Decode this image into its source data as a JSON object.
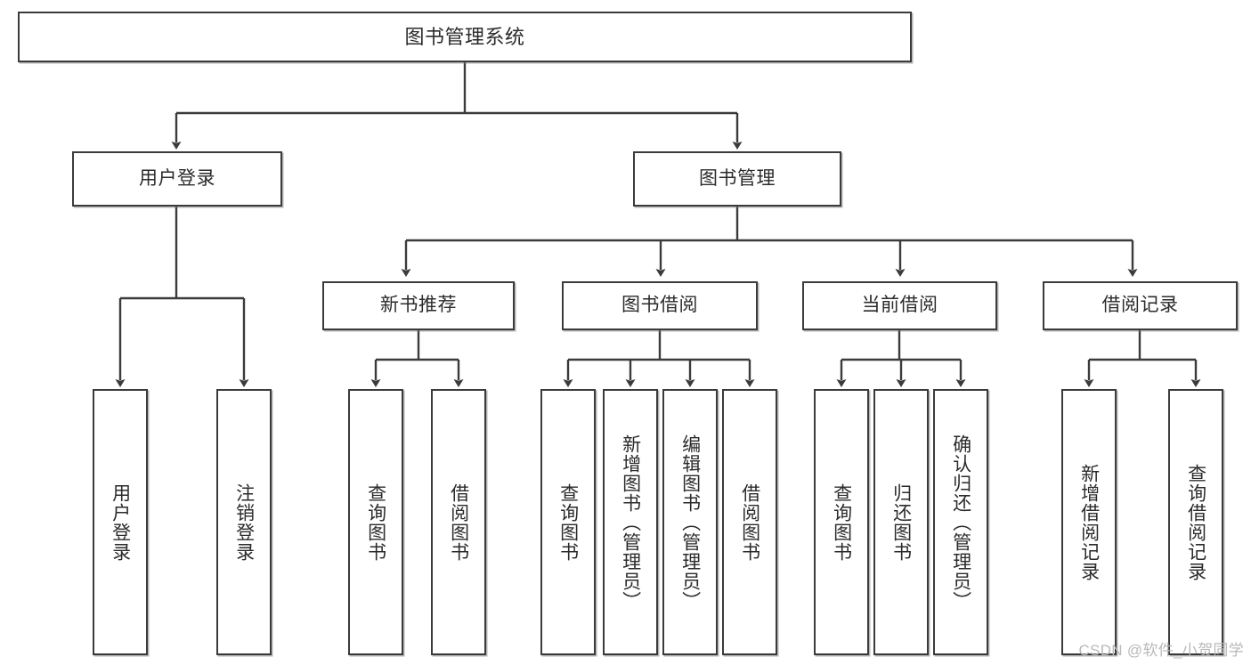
{
  "diagram": {
    "title": "图书管理系统",
    "type": "tree-hierarchy",
    "root": {
      "label": "图书管理系统"
    },
    "level2": [
      {
        "label": "用户登录"
      },
      {
        "label": "图书管理"
      }
    ],
    "level3": [
      {
        "label": "新书推荐"
      },
      {
        "label": "图书借阅"
      },
      {
        "label": "当前借阅"
      },
      {
        "label": "借阅记录"
      }
    ],
    "leaves": {
      "user_login": [
        {
          "label": "用户登录"
        },
        {
          "label": "注销登录"
        }
      ],
      "new_book_recommend": [
        {
          "label": "查询图书"
        },
        {
          "label": "借阅图书"
        }
      ],
      "book_borrow": [
        {
          "label": "查询图书"
        },
        {
          "label": "新增图书（管理员）"
        },
        {
          "label": "编辑图书（管理员）"
        },
        {
          "label": "借阅图书"
        }
      ],
      "current_borrow": [
        {
          "label": "查询图书"
        },
        {
          "label": "归还图书"
        },
        {
          "label": "确认归还（管理员）"
        }
      ],
      "borrow_record": [
        {
          "label": "新增借阅记录"
        },
        {
          "label": "查询借阅记录"
        }
      ]
    }
  },
  "watermark": {
    "text": "CSDN @软件_小贺同学"
  },
  "colors": {
    "stroke": "#3b3b3b",
    "background": "#ffffff",
    "text": "#2b2b2b",
    "watermark": "#b9b9b9"
  }
}
